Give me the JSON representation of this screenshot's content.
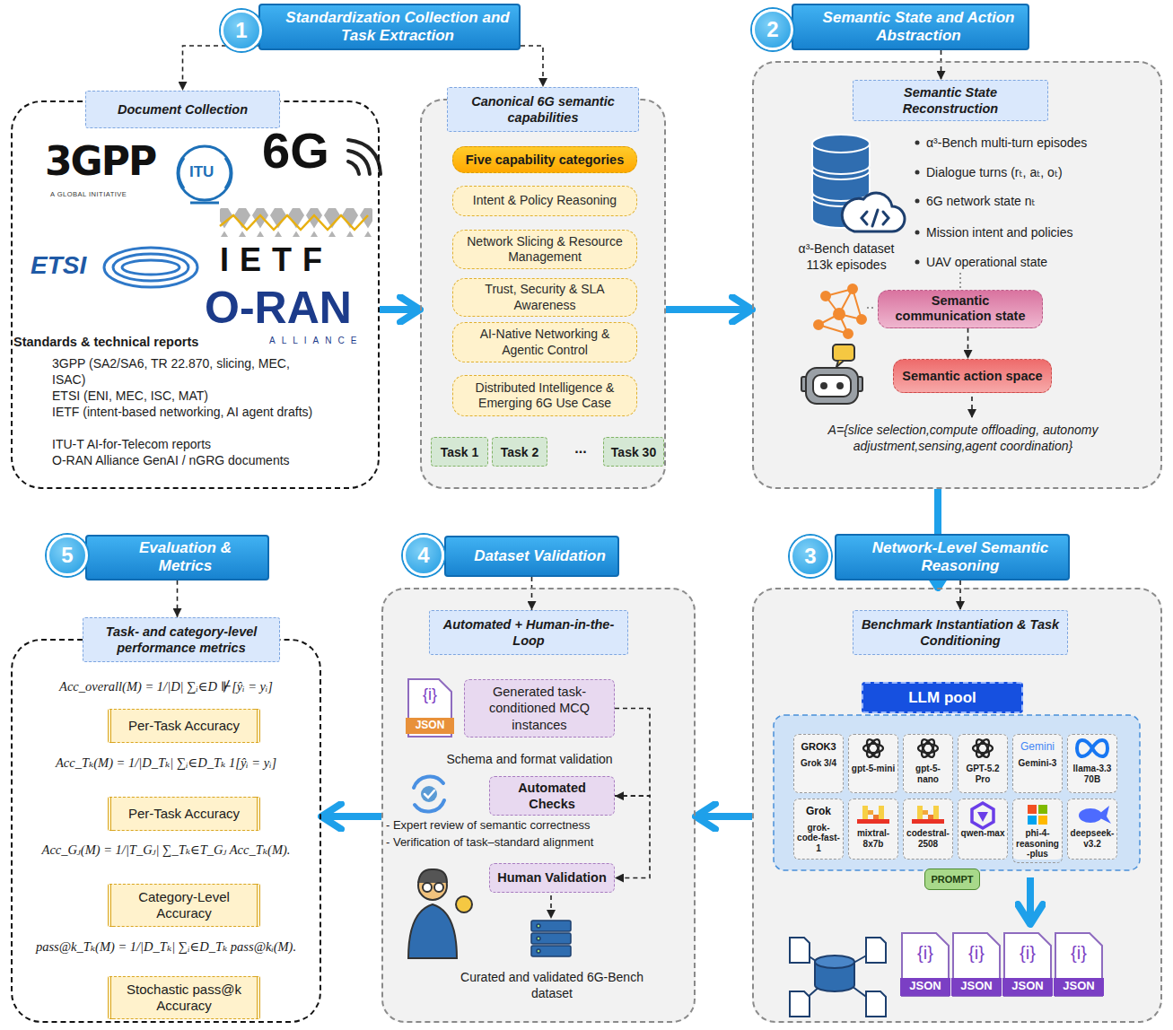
{
  "diagram": {
    "nodes": [
      {
        "text": [
          "1"
        ]
      },
      {
        "text": [
          "Standardization Collection and Task Extraction"
        ]
      },
      {
        "text": [
          "Standards & technical reports",
          "3GPP (SA2/SA6, TR 22.870, slicing, MEC, ISAC)",
          "ETSI (ENI, MEC, ISC, MAT)",
          "IETF (intent-based networking, AI agent drafts)",
          "ITU-T AI-for-Telecom reports",
          "O-RAN Alliance GenAI / nGRG documents"
        ]
      },
      {
        "text": [
          "Document Collection"
        ]
      },
      {
        "text": [
          "..."
        ]
      },
      {
        "text": [
          "Canonical 6G semantic capabilities"
        ]
      },
      {
        "text": [
          "Five capability categories"
        ],
        "in": 4
      },
      {
        "text": [
          "Intent & Policy Reasoning"
        ],
        "in": 4
      },
      {
        "text": [
          "Network Slicing & Resource Management"
        ],
        "in": 4
      },
      {
        "text": [
          "Trust, Security & SLA Awareness"
        ],
        "in": 4
      },
      {
        "text": [
          "AI-Native Networking & Agentic Control"
        ],
        "in": 4
      },
      {
        "text": [
          "Distributed Intelligence & Emerging 6G Use Case"
        ],
        "in": 4
      },
      {
        "text": [
          "Task 1"
        ],
        "in": 4
      },
      {
        "text": [
          "Task 2"
        ],
        "in": 4
      },
      {
        "text": [
          "Task 30"
        ],
        "in": 4
      },
      {
        "text": [
          "2"
        ]
      },
      {
        "text": [
          "Semantic State and Action Abstraction"
        ]
      },
      {
        "text": [
          "α³-Bench dataset 113k episodes",
          "α³-Bench multi-turn episodes",
          "Dialogue turns (rₜ, aₜ, oₜ)",
          "6G network state nₜ",
          "Mission intent and policies",
          "UAV operational state",
          "A={slice selection,compute offloading, autonomy adjustment,sensing,agent coordination}"
        ]
      },
      {
        "text": [
          "Semantic State Reconstruction"
        ],
        "in": 17
      },
      {
        "text": [
          "Semantic communication state"
        ],
        "in": 17
      },
      {
        "text": [
          "Semantic action space"
        ],
        "in": 17
      },
      {
        "text": [
          "3"
        ]
      },
      {
        "text": [
          "Network-Level Semantic Reasoning"
        ]
      },
      {
        "text": [
          "{i}",
          "JSON",
          "{i}",
          "JSON",
          "{i}",
          "JSON",
          "{i}",
          "JSON"
        ]
      },
      {
        "text": [
          "Benchmark Instantiation & Task Conditioning"
        ],
        "in": 23
      },
      {
        "text": [
          "LLM pool"
        ],
        "in": 23
      },
      {
        "text": [
          "GROK3",
          "Grok 3/4"
        ],
        "in": 23
      },
      {
        "text": [
          "gpt-5-mini"
        ],
        "in": 23
      },
      {
        "text": [
          "gpt-5-nano"
        ],
        "in": 23
      },
      {
        "text": [
          "GPT-5.2 Pro"
        ],
        "in": 23
      },
      {
        "text": [
          "Gemini",
          "Gemini-3"
        ],
        "in": 23
      },
      {
        "text": [
          "llama-3.3 70B"
        ],
        "in": 23
      },
      {
        "text": [
          "Grok",
          "grok-code-fast-1"
        ],
        "in": 23
      },
      {
        "text": [
          "mixtral-8x7b"
        ],
        "in": 23
      },
      {
        "text": [
          "codestral-2508"
        ],
        "in": 23
      },
      {
        "text": [
          "qwen-max"
        ],
        "in": 23
      },
      {
        "text": [
          "phi-4-reasoning-plus"
        ],
        "in": 23
      },
      {
        "text": [
          "deepseek-v3.2"
        ],
        "in": 23
      },
      {
        "text": [
          "PROMPT"
        ],
        "in": 23
      },
      {
        "text": [
          "4"
        ]
      },
      {
        "text": [
          "Dataset Validation"
        ]
      },
      {
        "text": [
          "{i}",
          "JSON",
          "Schema and format validation",
          "- Expert review of semantic correctness",
          "- Verification of task–standard alignment",
          "Curated and validated 6G-Bench dataset"
        ]
      },
      {
        "text": [
          "Automated + Human-in-the-Loop"
        ],
        "in": 41
      },
      {
        "text": [
          "Generated task-conditioned MCQ instances"
        ],
        "in": 41
      },
      {
        "text": [
          "Automated Checks"
        ],
        "in": 41
      },
      {
        "text": [
          "Human Validation"
        ],
        "in": 41
      },
      {
        "text": [
          "5"
        ]
      },
      {
        "text": [
          "Evaluation & Metrics"
        ]
      },
      {
        "text": [
          "Acc_overall(M) = 1/|D| ∑ᵢ∈D ⊮[ŷᵢ = yᵢ]",
          "Acc_Tₖ(M) = 1/|D_Tₖ| ∑ᵢ∈D_Tₖ 1[ŷᵢ = yᵢ]",
          "Acc_Gⱼ(M) = 1/|T_Gⱼ| ∑_Tₖ∈T_Gⱼ Acc_Tₖ(M).",
          "pass@k_Tₖ(M) = 1/|D_Tₖ| ∑ᵢ∈D_Tₖ pass@kᵢ(M)."
        ]
      },
      {
        "text": [
          "Task- and category-level performance metrics"
        ]
      },
      {
        "text": [
          "Per-Task Accuracy"
        ],
        "in": 48
      },
      {
        "text": [
          "Per-Task Accuracy"
        ],
        "in": 48
      },
      {
        "text": [
          "Category-Level Accuracy"
        ],
        "in": 48
      },
      {
        "text": [
          "Stochastic pass@k Accuracy"
        ],
        "in": 48
      }
    ],
    "edges": [
      {
        "from": 1,
        "to": 3,
        "arrow": "to"
      },
      {
        "from": 1,
        "to": 5,
        "arrow": "to"
      },
      {
        "from": 2,
        "to": 4,
        "arrow": "to"
      },
      {
        "from": 4,
        "to": 17,
        "arrow": "to"
      },
      {
        "from": 16,
        "to": 18,
        "arrow": "to"
      },
      {
        "from": 19,
        "to": 20,
        "arrow": "to"
      },
      {
        "from": 17,
        "to": 23,
        "arrow": "to"
      },
      {
        "from": 22,
        "to": 24,
        "arrow": "to"
      },
      {
        "from": 23,
        "to": 41,
        "arrow": "to"
      },
      {
        "from": 40,
        "to": 42,
        "arrow": "to"
      },
      {
        "from": 43,
        "to": 44,
        "arrow": "to"
      },
      {
        "from": 44,
        "to": 45,
        "arrow": "to"
      },
      {
        "from": 41,
        "to": 48,
        "arrow": "to"
      },
      {
        "from": 47,
        "to": 49,
        "arrow": "to"
      }
    ],
    "labels": [
      "3GPP",
      "A GLOBAL INITIATIVE",
      "ITU",
      "6G",
      "ETSI",
      "IETF",
      "O-RAN",
      "ALLIANCE"
    ]
  }
}
